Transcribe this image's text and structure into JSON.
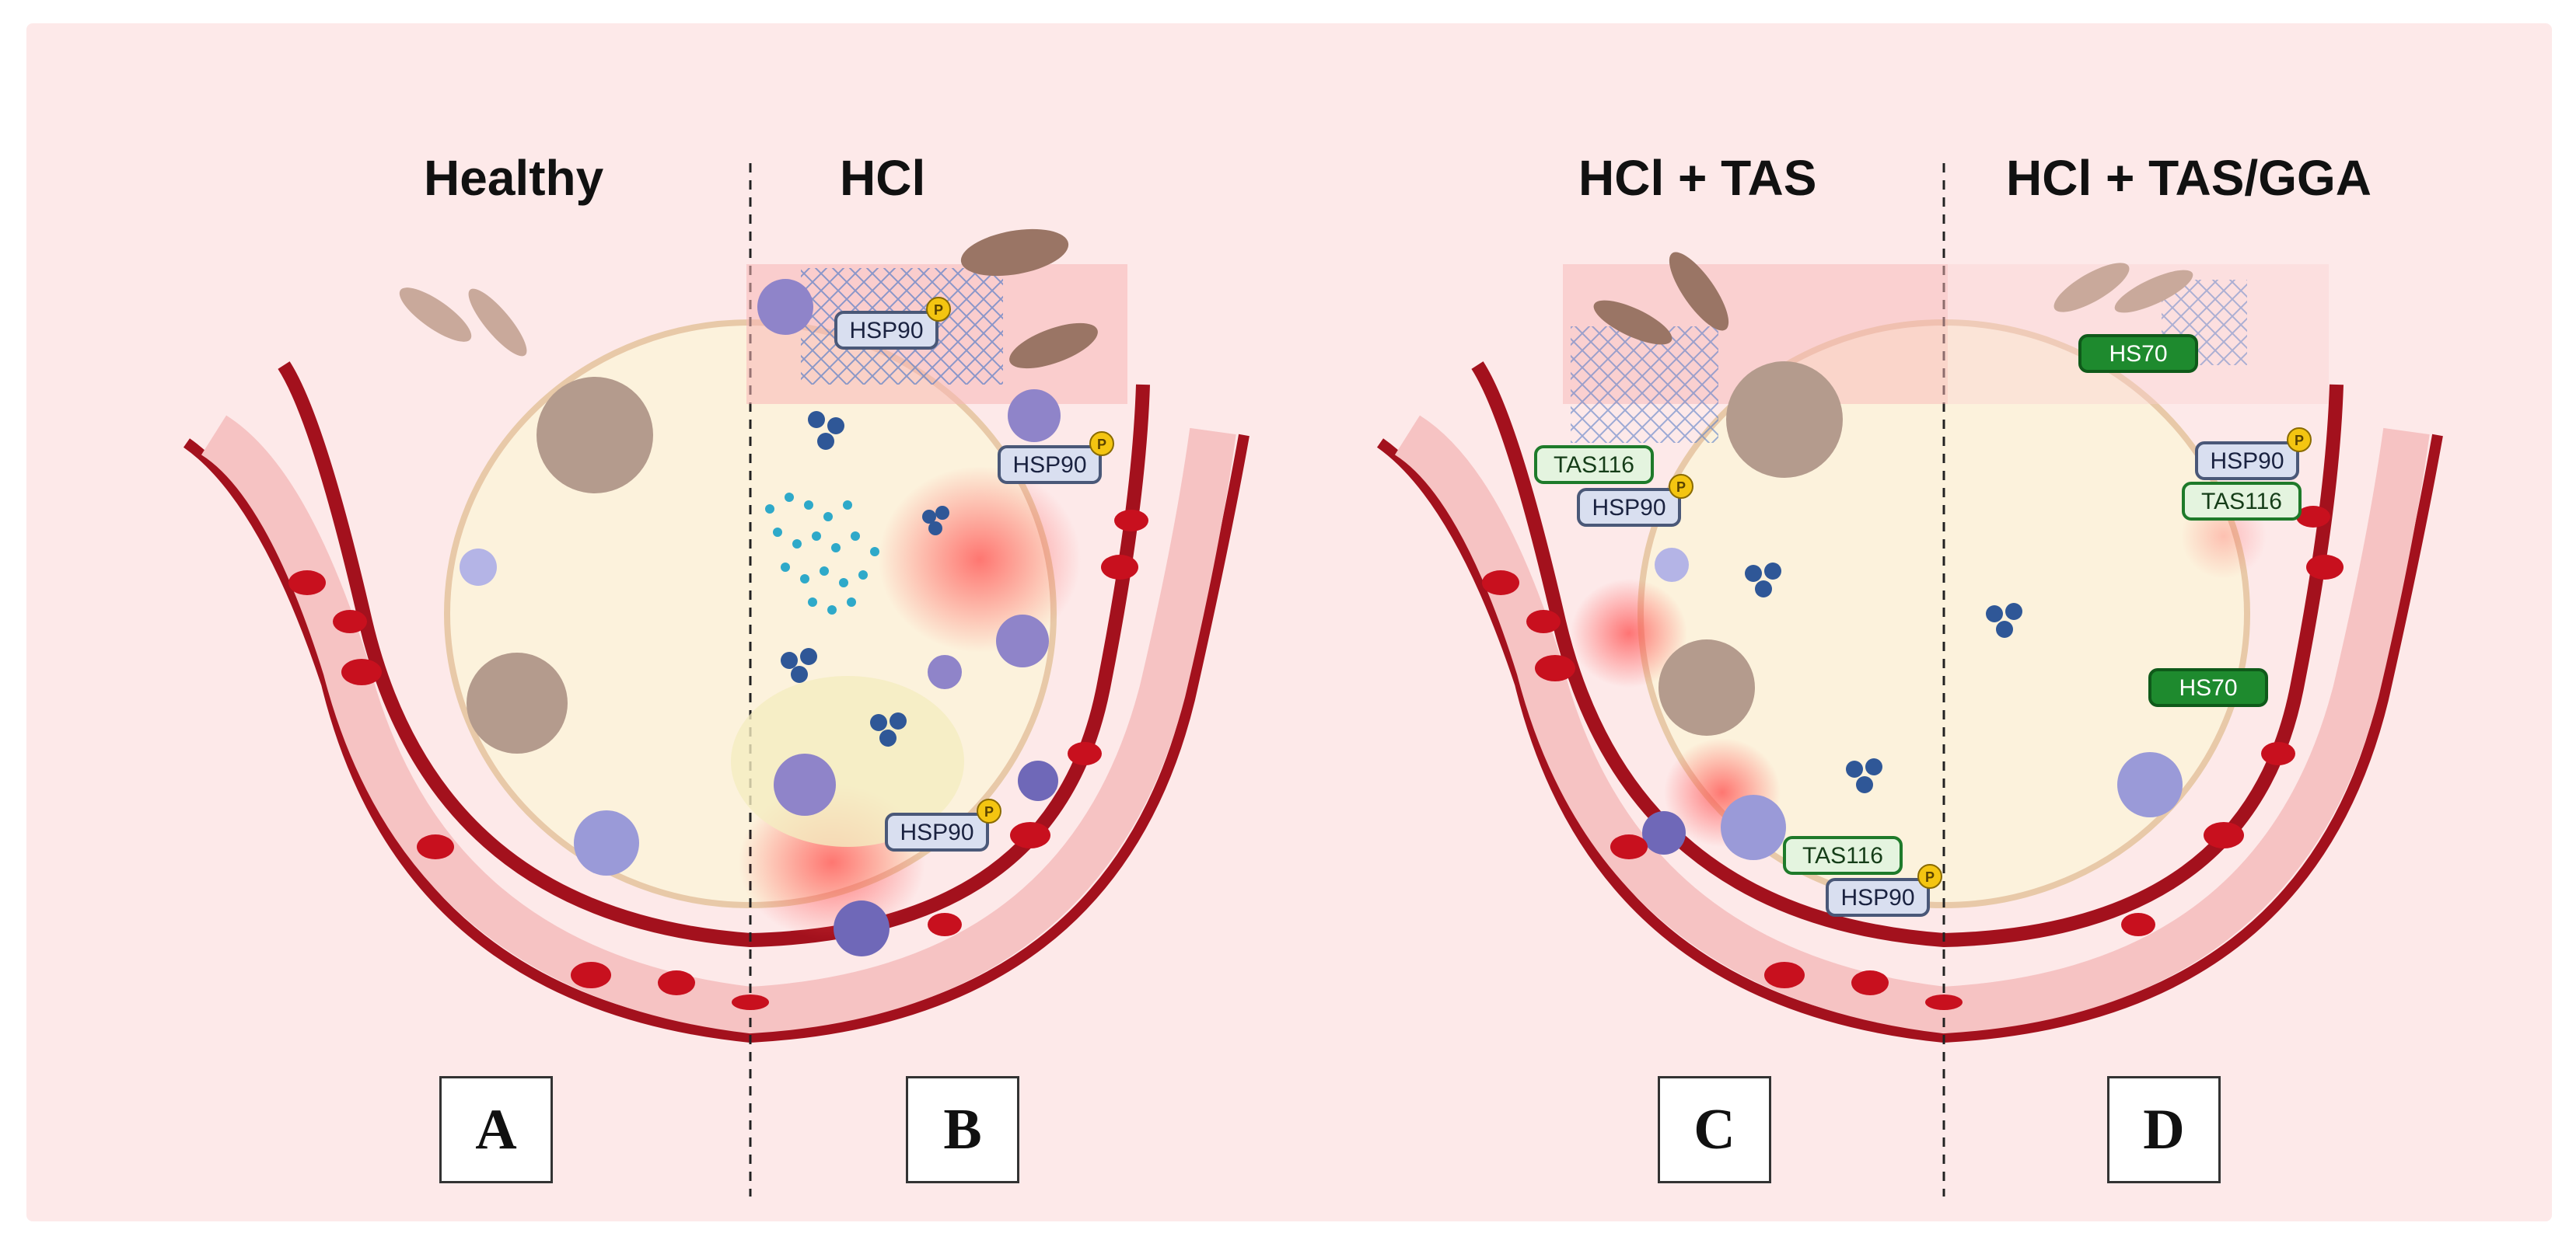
{
  "panels": [
    {
      "title": "Healthy",
      "letter": "A"
    },
    {
      "title": "HCl",
      "letter": "B"
    },
    {
      "title": "HCl + TAS",
      "letter": "C"
    },
    {
      "title": "HCl + TAS/GGA",
      "letter": "D"
    }
  ],
  "labels": {
    "hsp90": "HSP90",
    "tas116": "TAS116",
    "hs70": "HS70",
    "phospho": "P"
  },
  "colors": {
    "background": "#fde9e9",
    "vessel_dark": "#a3111d",
    "vessel_fill": "#f6c3c3",
    "alveolus_fill": "#fcf2dc",
    "hsp90_tag": "#d9dff0",
    "tas116_tag": "#e4f4df",
    "hs70_tag": "#1e8a2e",
    "phospho_badge": "#f4c511"
  }
}
